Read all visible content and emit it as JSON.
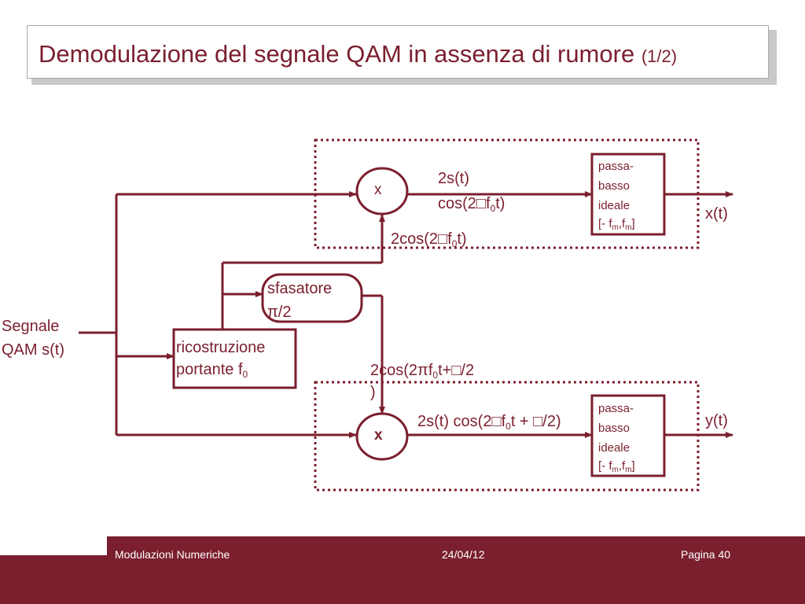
{
  "title": {
    "main": "Demodulazione del segnale QAM in assenza di rumore",
    "suffix": "(1/2)"
  },
  "diagram": {
    "input_label_line1": "Segnale",
    "input_label_line2": "QAM s(t)",
    "carrier_block_line1": "ricostruzione",
    "carrier_block_line2_text": "portante f",
    "carrier_block_line2_sub": "0",
    "shifter_line1": "sfasatore",
    "shifter_line2": "π/2",
    "mixer_top": "x",
    "mixer_bottom": "x",
    "top_product_line1": "2s(t)",
    "top_product_line2_a": "cos(2",
    "top_product_line2_glyph": "□",
    "top_product_line2_b": "f",
    "top_product_line2_sub": "0",
    "top_product_line2_c": "t)",
    "top_carrier_a": "2cos(2",
    "top_carrier_glyph": "□",
    "top_carrier_b": "f",
    "top_carrier_sub": "0",
    "top_carrier_c": "t)",
    "bottom_carrier_a": "2cos(2πf",
    "bottom_carrier_sub": "0",
    "bottom_carrier_b": "t+",
    "bottom_carrier_glyph": "□",
    "bottom_carrier_c": "/2",
    "bottom_carrier_line2": ")",
    "bottom_product_a": "2s(t) cos(2",
    "bottom_product_glyph": "□",
    "bottom_product_b": "f",
    "bottom_product_sub": "0",
    "bottom_product_c": "t + ",
    "bottom_product_glyph2": "□",
    "bottom_product_d": "/2)",
    "lpf": {
      "line1": "passa-",
      "line2": "basso",
      "line3": "ideale",
      "line4_a": "[- f",
      "line4_sub1": "m",
      "line4_b": ",f",
      "line4_sub2": "m",
      "line4_c": "]"
    },
    "output_top": "x(t)",
    "output_bottom": "y(t)"
  },
  "footer": {
    "course": "Modulazioni Numeriche",
    "date": "24/04/12",
    "page": "Pagina 40"
  },
  "colors": {
    "accent": "#7b1f2e",
    "background": "#ffffff"
  }
}
